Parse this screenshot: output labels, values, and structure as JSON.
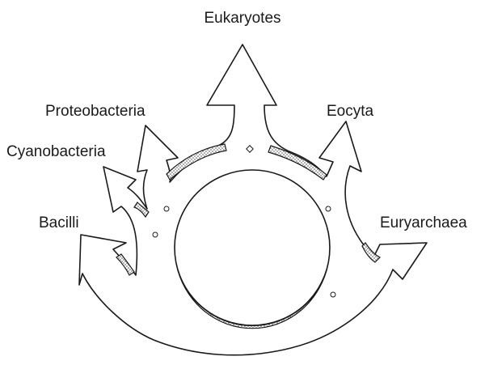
{
  "diagram": {
    "labels": {
      "top": "Eukaryotes",
      "upper_left": "Proteobacteria",
      "mid_left": "Cyanobacteria",
      "lower_left": "Bacilli",
      "upper_right": "Eocyta",
      "lower_right": "Euryarchaea"
    },
    "colors": {
      "stroke": "#1a1a1a",
      "fill": "#ffffff",
      "stipple": "#555555"
    }
  }
}
